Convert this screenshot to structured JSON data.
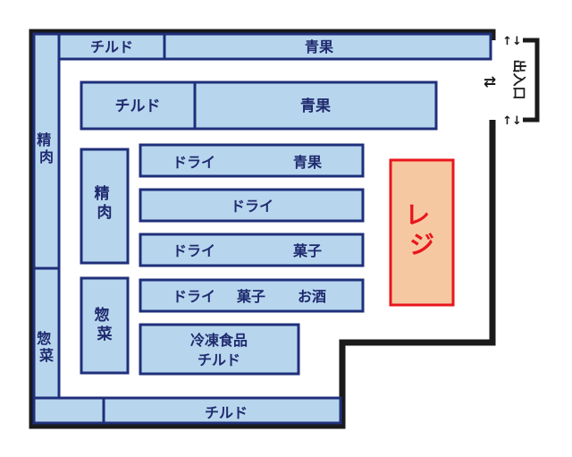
{
  "floor_plan": {
    "perimeter": {
      "top_chilled": "チルド",
      "top_produce": "青果",
      "left_meat": "精肉",
      "left_deli": "惣菜",
      "bottom_chilled": "チルド"
    },
    "island_top": {
      "chilled": "チルド",
      "produce": "青果"
    },
    "vertical_meat": "精肉",
    "vertical_deli": "惣菜",
    "aisles": {
      "row1_a": "ドライ",
      "row1_b": "青果",
      "row2": "ドライ",
      "row3_a": "ドライ",
      "row3_b": "菓子",
      "row4_a": "ドライ",
      "row4_b": "菓子",
      "row4_c": "お酒",
      "row5_line1": "冷凍食品",
      "row5_line2": "チルド"
    },
    "register": "レジ",
    "entrance": "出入口",
    "arrow_up_down": "↑↓",
    "arrow_left_right": "⇄"
  },
  "colors": {
    "shelf_fill": "#b7d6ee",
    "shelf_stroke": "#1f2f7a",
    "register_fill": "#f6c8a2",
    "register_stroke": "#e8161c",
    "register_text": "#e8161c",
    "wall": "#1a1a1a"
  }
}
